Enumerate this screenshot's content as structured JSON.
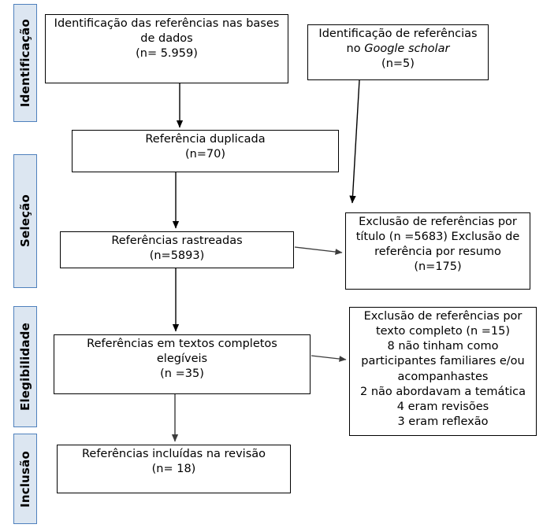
{
  "diagram": {
    "title": "Fluxograma PRISMA de selecao das referencias",
    "accent_color": "#4f81bd",
    "phase_fill_color": "#dce6f1",
    "box_border_color": "#000000",
    "background_color": "#ffffff"
  },
  "phases": [
    {
      "id": "identificacao",
      "label": "Identificação"
    },
    {
      "id": "selecao",
      "label": "Seleção"
    },
    {
      "id": "elegibilidade",
      "label": "Elegibilidade"
    },
    {
      "id": "inclusao",
      "label": "Inclusão"
    }
  ],
  "boxes": {
    "databases": {
      "line1": "Identificação das referências nas bases",
      "line2": "de dados",
      "line3": "(n= 5.959)",
      "n": 5959
    },
    "google_scholar": {
      "line1": "Identificação de referências",
      "line2_prefix": "no ",
      "line2_italic": "Google scholar",
      "line3": "(n=5)",
      "n": 5
    },
    "duplicates": {
      "line1": "Referência duplicada",
      "line2": "(n=70)",
      "n": 70
    },
    "screened": {
      "line1": "Referências rastreadas",
      "line2": "(n=5893)",
      "n": 5893
    },
    "excluded_title_abstract": {
      "line1": "Exclusão de referências por",
      "line2": "título  (n =5683)  Exclusão de",
      "line3": "referência por resumo (n=175)",
      "n_title": 5683,
      "n_abstract": 175
    },
    "fulltext_eligible": {
      "line1": "Referências em textos completos",
      "line2": "elegíveis",
      "line3": "(n =35)",
      "n": 35
    },
    "excluded_fulltext": {
      "line1": "Exclusão de referências por",
      "line2": "texto completo (n =15)",
      "line3": "8 não tinham como",
      "line4": "participantes familiares e/ou",
      "line5": "acompanhastes",
      "line6": "2 não abordavam a temática",
      "line7": "4 eram revisões",
      "line8": "3 eram reflexão",
      "n": 15,
      "reasons": [
        {
          "count": 8,
          "reason": "não tinham como participantes familiares e/ou acompanhastes"
        },
        {
          "count": 2,
          "reason": "não abordavam a temática"
        },
        {
          "count": 4,
          "reason": "eram revisões"
        },
        {
          "count": 3,
          "reason": "eram reflexão"
        }
      ]
    },
    "included": {
      "line1": "Referências incluídas na revisão",
      "line2": "(n= 18)",
      "n": 18
    }
  }
}
